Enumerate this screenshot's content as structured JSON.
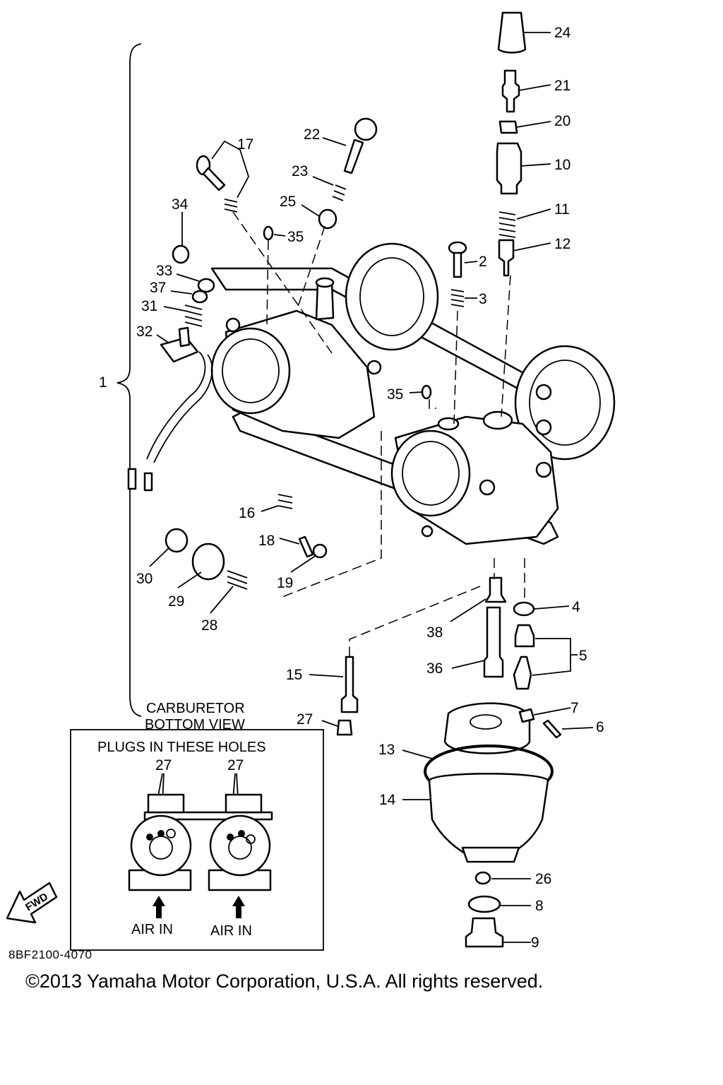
{
  "callouts": {
    "n1": "1",
    "n2": "2",
    "n3": "3",
    "n4": "4",
    "n5": "5",
    "n6": "6",
    "n7": "7",
    "n8": "8",
    "n9": "9",
    "n10": "10",
    "n11": "11",
    "n12": "12",
    "n13": "13",
    "n14": "14",
    "n15": "15",
    "n16": "16",
    "n17": "17",
    "n18": "18",
    "n19": "19",
    "n20": "20",
    "n21": "21",
    "n22": "22",
    "n23": "23",
    "n24": "24",
    "n25": "25",
    "n26": "26",
    "n27": "27",
    "n28": "28",
    "n29": "29",
    "n30": "30",
    "n31": "31",
    "n32": "32",
    "n33": "33",
    "n34": "34",
    "n35": "35",
    "n36": "36",
    "n37": "37",
    "n38": "38"
  },
  "bottom_view": {
    "title_line1": "CARBURETOR",
    "title_line2": "BOTTOM VIEW",
    "plugs_label": "PLUGS IN THESE HOLES",
    "plug_ref_left": "27",
    "plug_ref_right": "27",
    "air_in_left": "AIR IN",
    "air_in_right": "AIR IN"
  },
  "fwd_label": "FWD",
  "doc_code": "8BF2100-4070",
  "copyright": "©2013 Yamaha Motor Corporation, U.S.A. All rights reserved."
}
